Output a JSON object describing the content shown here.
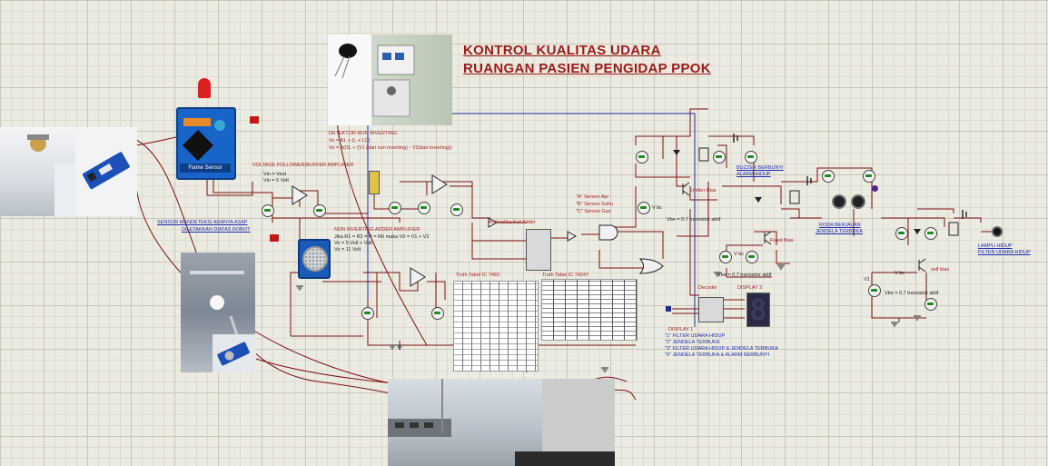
{
  "title": {
    "line1": "KONTROL KUALITAS UDARA",
    "line2": "RUANGAN PASIEN PENGIDAP PPOK"
  },
  "labels": {
    "voltage_follower": "VOLTAGE FOLLOWER/BUFFER AMPLIFIER",
    "vin_vout": "Vin = Vout",
    "vin_5v": "Vin = 5 Volt",
    "detektor": "DETEKTOR NON INVERTING",
    "detektor_eq1": "Vo = A1 + (L + LC)",
    "detektor_eq2": "Vo = A(DL + (V1 (dari non inverting) - V2(dari inverting))",
    "sensor_asap": "SENSOR MENDETEKSI ADANYA ASAP",
    "diletakkan": "DILETAKKAN DIATAS ROBOT",
    "non_inverting": "NON INVERTING ADDER AMPLIFIER",
    "adder_eq1": "Jika R1 = R2 = R = R6 maka V0 = V1 + V2",
    "adder_eq2": "Vo = 5 Volt + Volt",
    "adder_eq3": "Vo = 11 Volt",
    "sensor_a": "\"A\" Sensor Api",
    "sensor_b": "\"B\" Sensor Suhu",
    "sensor_c": "\"C\" Sensor Gas",
    "full_adder": "Antimalika Full Adder",
    "truth_7483": "Truth Tabel IC 7483",
    "truth_74247": "Truth Tabel IC 74247",
    "emitter_bias": "Emitter Bias",
    "v_bc": "V bc",
    "vbe_aktif": "Vbe = 0.7 transistor aktif",
    "buzzer": "BUZZER BERBUNYI",
    "alarm_hidup": "ALARM HIDUP",
    "roda_berjalan": "RODA BERJALAN",
    "jendela_terbuka": "JENDELA TERBUKA",
    "fixed_bias": "Fixed Bias",
    "self_bias": "self bias",
    "vbe_self": "Vbe = 0.7 transistor aktif",
    "decoder": "Decoder",
    "display2": "DISPLAY 2",
    "display1": "DISPLAY 1",
    "disp_item1": "\"1\" FILTER UDARA HIDUP",
    "disp_item2": "\"2\" JENDELA TERBUKA",
    "disp_item3": "\"3\" FILTER UDARA HIDUP & JENDELA TERBUKA",
    "disp_item4": "\"6\" JENDELA TERBUKA & ALARM BERBUNYI",
    "lampu_hidup": "LAMPU HIDUP",
    "filter_hidup": "FILTER UDARA HIDUP",
    "flame_sensor": "Flame Sensor",
    "v1": "V1",
    "v_bc2": "V bc"
  },
  "display_digit": "8",
  "colors": {
    "wire": "#7a1010",
    "bus": "#1e2a9a",
    "title": "#9c1a1a",
    "label": "#1b2bb0",
    "meter_green": "#1f8a1f"
  }
}
